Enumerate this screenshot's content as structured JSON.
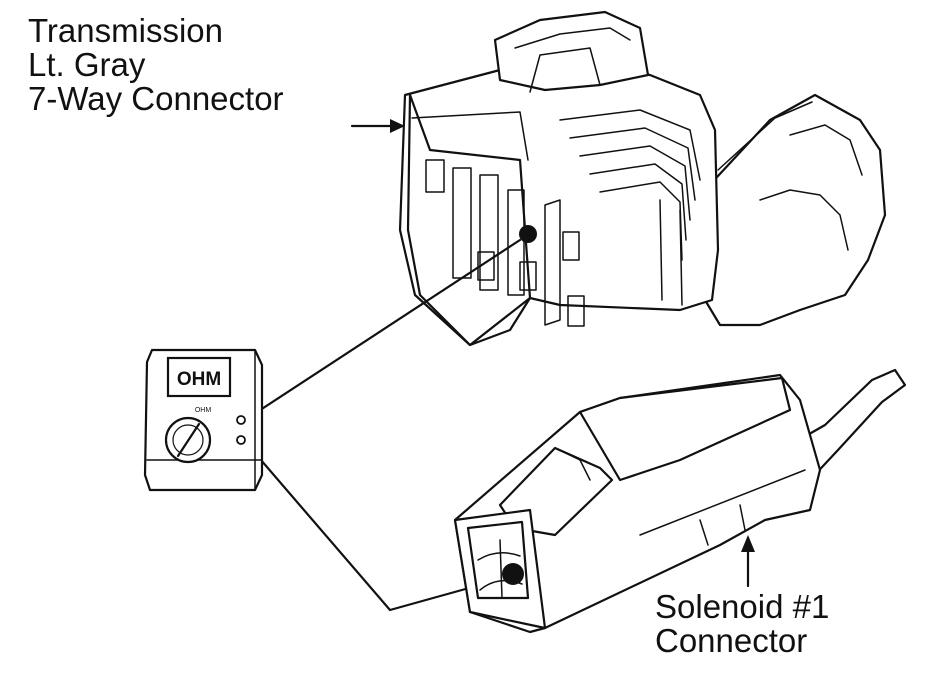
{
  "labels": {
    "transmission_connector": [
      "Transmission",
      "Lt. Gray",
      "7-Way Connector"
    ],
    "solenoid_connector": [
      "Solenoid #1",
      "Connector"
    ]
  },
  "meter": {
    "display_text": "OHM",
    "dial_text": "OHM"
  }
}
